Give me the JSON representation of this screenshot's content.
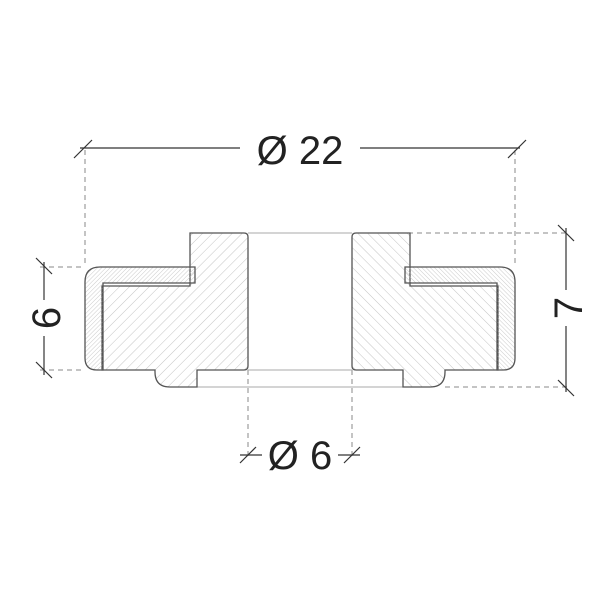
{
  "dimensions": {
    "outer_diameter": "Ø 22",
    "inner_diameter": "Ø 6",
    "shell_height": "6",
    "total_height": "7"
  },
  "colors": {
    "line": "#555555",
    "hatch": "#bbbbbb",
    "dash": "#888888"
  }
}
